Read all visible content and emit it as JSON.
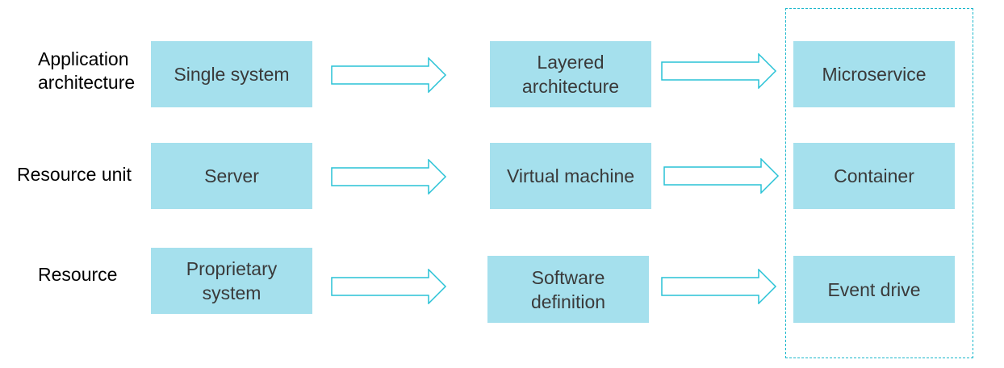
{
  "colors": {
    "box_fill": "#a5e0ed",
    "arrow_stroke": "#29c2d6",
    "frame_stroke": "#1ab7cc",
    "box_text": "#3a3a3a"
  },
  "rows": [
    {
      "label": [
        "Application",
        "architecture"
      ],
      "stages": [
        {
          "text": [
            "Single system"
          ]
        },
        {
          "text": [
            "Layered",
            "architecture"
          ]
        },
        {
          "text": [
            "Microservice"
          ]
        }
      ]
    },
    {
      "label": [
        "Resource unit"
      ],
      "stages": [
        {
          "text": [
            "Server"
          ]
        },
        {
          "text": [
            "Virtual machine"
          ]
        },
        {
          "text": [
            "Container"
          ]
        }
      ]
    },
    {
      "label": [
        "Resource"
      ],
      "stages": [
        {
          "text": [
            "Proprietary",
            "system"
          ]
        },
        {
          "text": [
            "Software",
            "definition"
          ]
        },
        {
          "text": [
            "Event drive"
          ]
        }
      ]
    }
  ],
  "highlight_group": "target-stage-column"
}
